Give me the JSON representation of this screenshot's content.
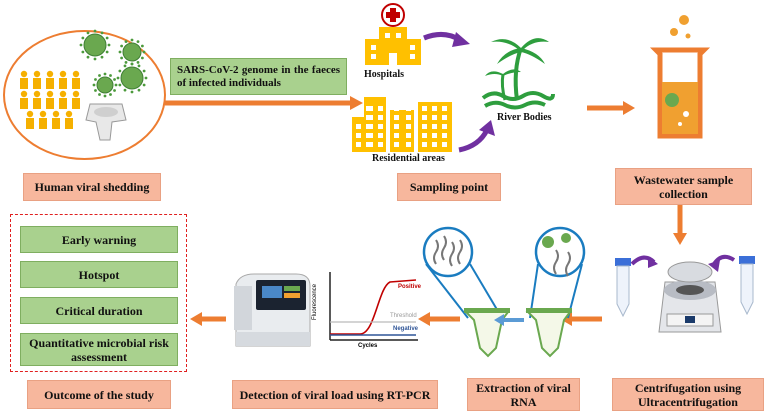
{
  "labels": {
    "human_shedding": "Human viral shedding",
    "genome_text": "SARS-CoV-2 genome in the faeces of infected individuals",
    "hospitals": "Hospitals",
    "residential": "Residential areas",
    "river": "River Bodies",
    "sampling_point": "Sampling point",
    "wastewater": "Wastewater sample collection",
    "centrifugation": "Centrifugation using Ultracentrifugation",
    "extraction": "Extraction of viral RNA",
    "detection": "Detection of viral load using RT-PCR",
    "outcome": "Outcome of the study"
  },
  "outcomes": [
    "Early warning",
    "Hotspot",
    "Critical duration",
    "Quantitative microbial risk assessment"
  ],
  "pcr_chart": {
    "ylabel": "Fluorescence",
    "xlabel": "Cycles",
    "positive": "Positive",
    "threshold": "Threshold",
    "negative": "Negative"
  },
  "colors": {
    "arrow_orange": "#ed7d31",
    "arrow_purple": "#7030a0",
    "arrow_blue": "#5b9bd5",
    "box_salmon": "#f7b79d",
    "box_green": "#a9d18e",
    "building_yellow": "#ffc000",
    "palm_green": "#2e9e3e",
    "virus_green": "#6aa84f",
    "dashed_red": "#e02020",
    "positive_red": "#c00000",
    "negative_blue": "#2f5597"
  },
  "icons": [
    "people-icon",
    "toilet-icon",
    "virus-icon",
    "hospital-icon",
    "buildings-icon",
    "palm-island-icon",
    "beaker-icon",
    "centrifuge-icon",
    "tube-icon",
    "pcr-machine-icon"
  ]
}
